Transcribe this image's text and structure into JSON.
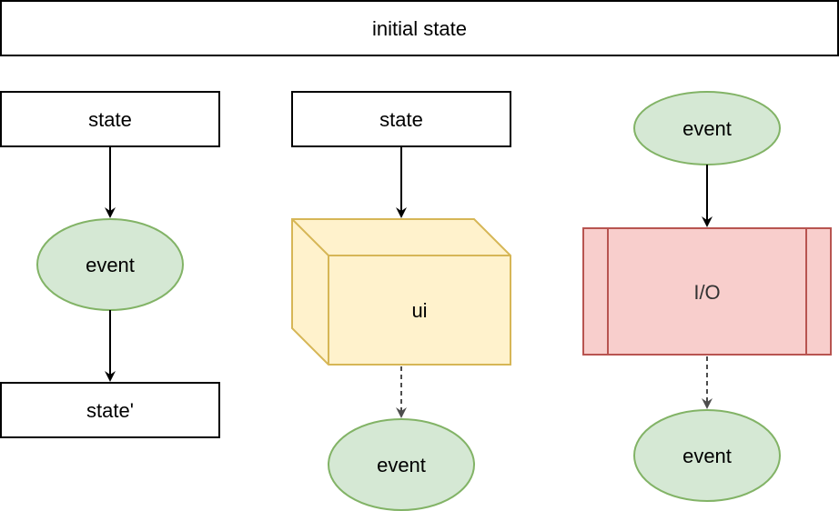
{
  "diagram": {
    "initial_state": "initial state",
    "left_column": {
      "state": "state",
      "event": "event",
      "state_prime": "state'"
    },
    "middle_column": {
      "state": "state",
      "ui": "ui",
      "event": "event"
    },
    "right_column": {
      "event_top": "event",
      "io": "I/O",
      "event_bottom": "event"
    }
  },
  "colors": {
    "ellipse_fill": "#d5e8d4",
    "ellipse_stroke": "#82b366",
    "cube_fill": "#fff2cc",
    "cube_stroke": "#d6b656",
    "io_fill": "#f8cecc",
    "io_stroke": "#b85450",
    "box_stroke": "#000000",
    "dashed_arrow": "#4d4d4d"
  }
}
